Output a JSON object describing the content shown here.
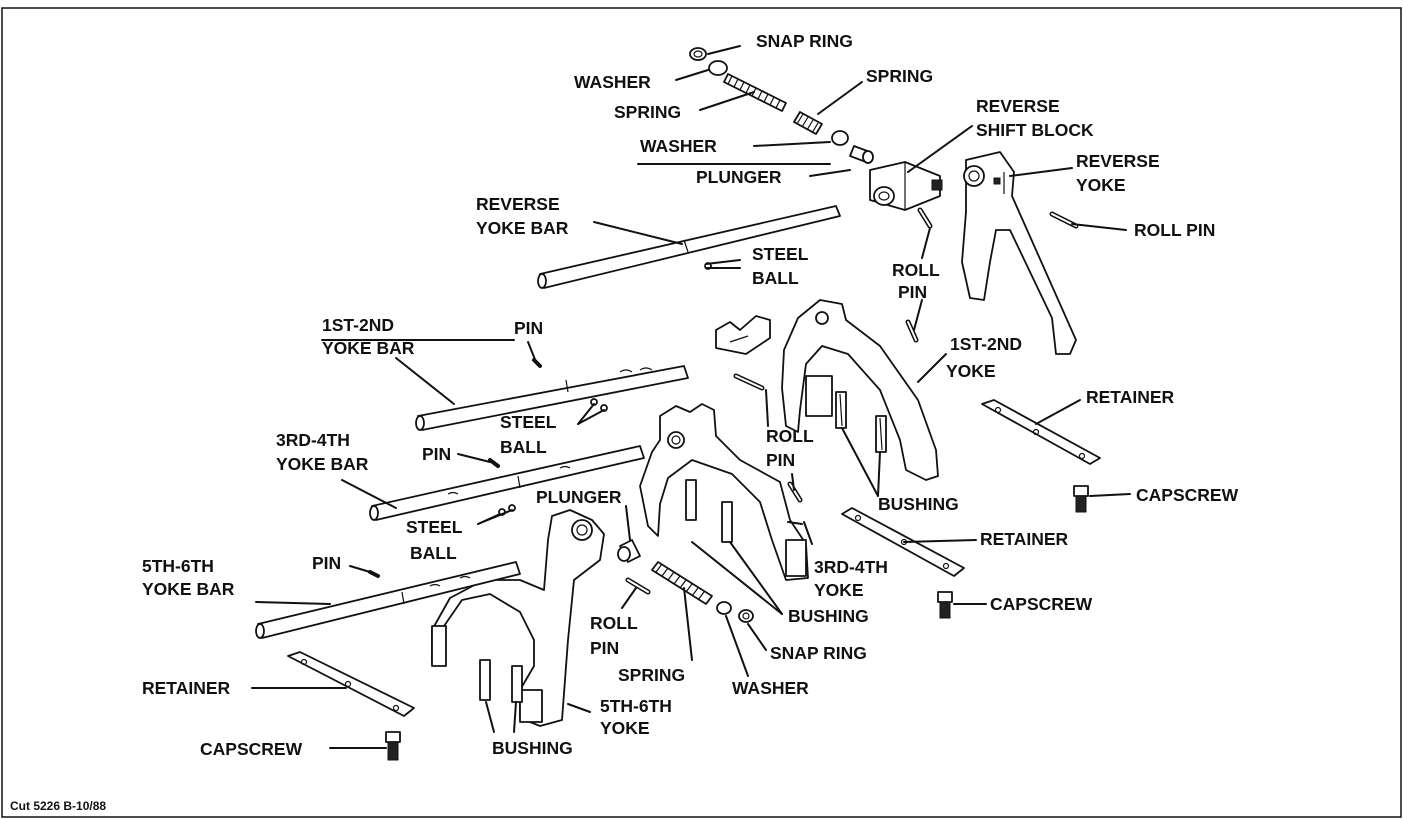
{
  "labels": {
    "snap_ring_top": "SNAP RING",
    "washer_top": "WASHER",
    "spring_top_right": "SPRING",
    "spring_top_left": "SPRING",
    "washer_mid": "WASHER",
    "plunger_top": "PLUNGER",
    "reverse_shift_block_1": "REVERSE",
    "reverse_shift_block_2": "SHIFT BLOCK",
    "reverse_yoke_1": "REVERSE",
    "reverse_yoke_2": "YOKE",
    "roll_pin_right": "ROLL PIN",
    "reverse_yoke_bar_1": "REVERSE",
    "reverse_yoke_bar_2": "YOKE BAR",
    "steel_ball_1a": "STEEL",
    "steel_ball_1b": "BALL",
    "roll_pin_mid_1": "ROLL",
    "roll_pin_mid_2": "PIN",
    "yoke_bar_12_1": "1ST-2ND",
    "yoke_bar_12_2": "YOKE BAR",
    "pin_12": "PIN",
    "yoke_12_1": "1ST-2ND",
    "yoke_12_2": "YOKE",
    "retainer_right": "RETAINER",
    "steel_ball_2a": "STEEL",
    "steel_ball_2b": "BALL",
    "roll_pin_center_1": "ROLL",
    "roll_pin_center_2": "PIN",
    "yoke_bar_34_1": "3RD-4TH",
    "yoke_bar_34_2": "YOKE BAR",
    "pin_34": "PIN",
    "capscrew_right": "CAPSCREW",
    "bushing_right": "BUSHING",
    "plunger_bottom": "PLUNGER",
    "retainer_mid": "RETAINER",
    "steel_ball_3a": "STEEL",
    "steel_ball_3b": "BALL",
    "yoke_34_1": "3RD-4TH",
    "yoke_34_2": "YOKE",
    "yoke_bar_56_1": "5TH-6TH",
    "yoke_bar_56_2": "YOKE BAR",
    "pin_56": "PIN",
    "capscrew_mid": "CAPSCREW",
    "bushing_mid": "BUSHING",
    "roll_pin_bottom_1": "ROLL",
    "roll_pin_bottom_2": "PIN",
    "snap_ring_bottom": "SNAP RING",
    "spring_bottom": "SPRING",
    "washer_bottom": "WASHER",
    "retainer_left": "RETAINER",
    "yoke_56_1": "5TH-6TH",
    "yoke_56_2": "YOKE",
    "capscrew_left": "CAPSCREW",
    "bushing_left": "BUSHING"
  },
  "footer": {
    "cut_number": "Cut  5226  B-10/88"
  }
}
